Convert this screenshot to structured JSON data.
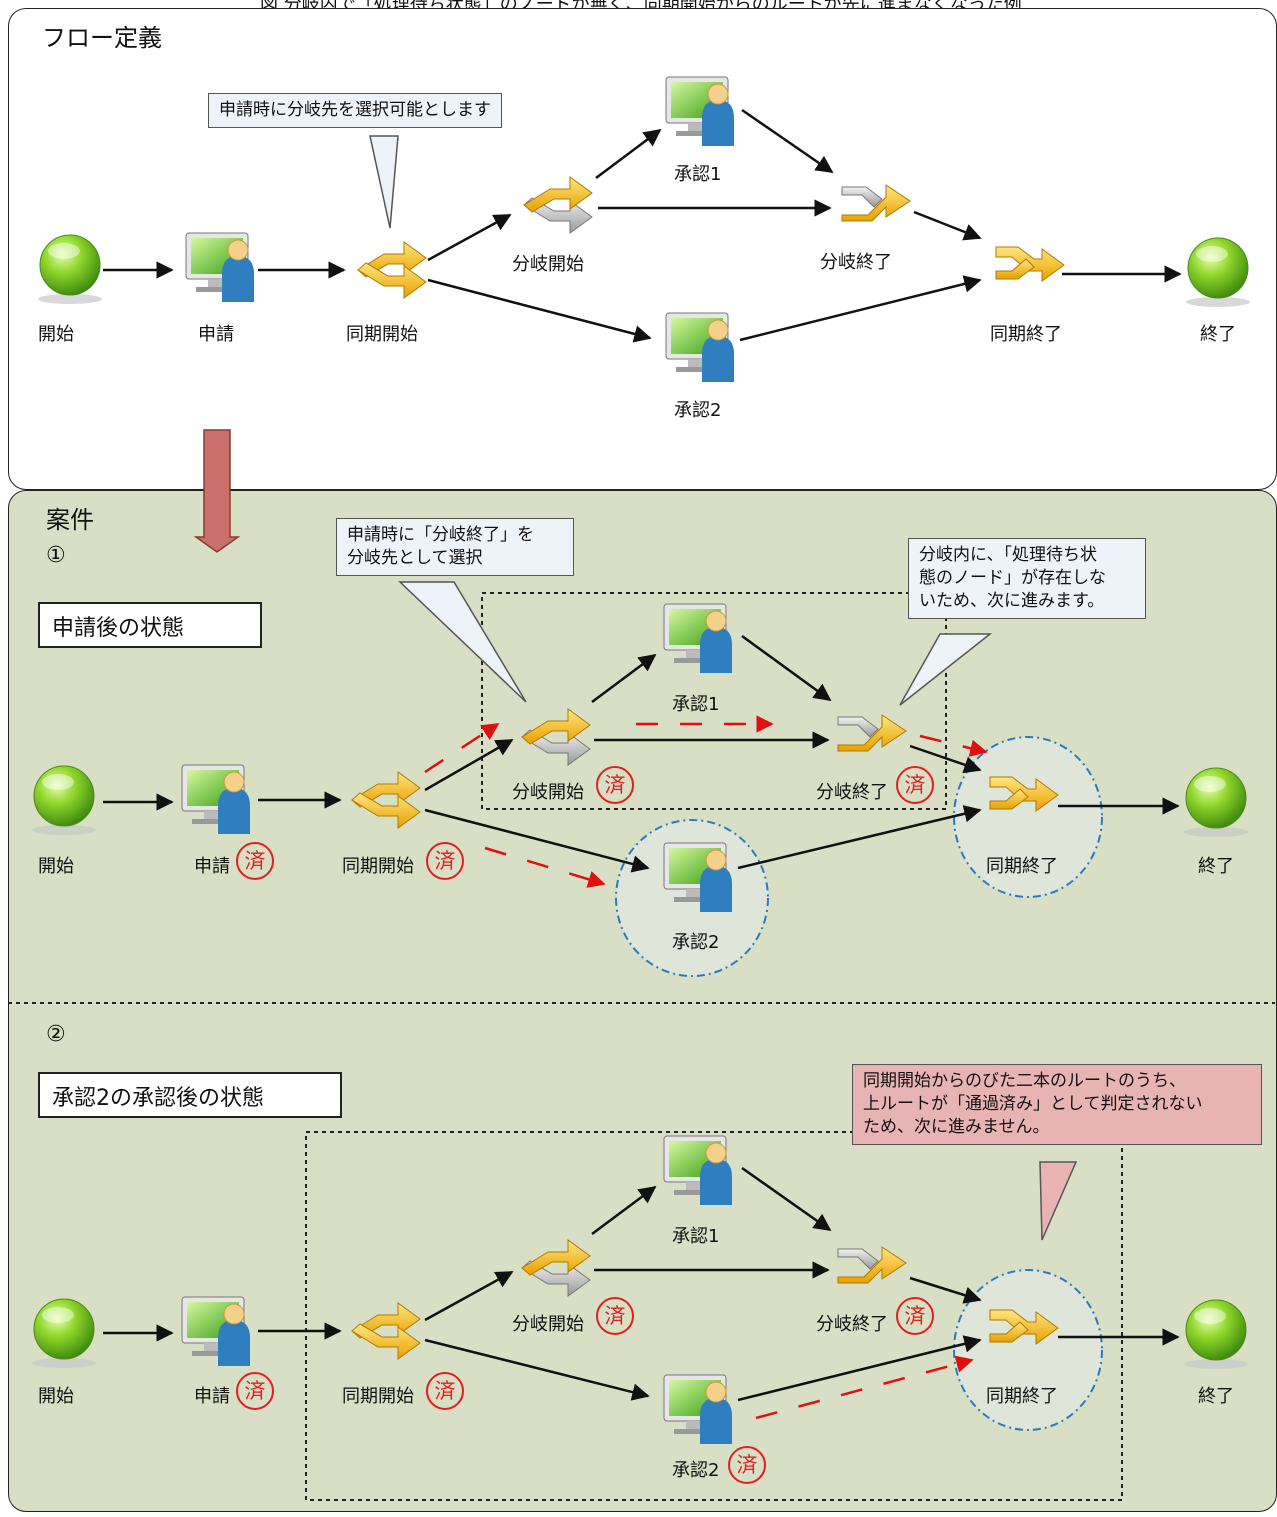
{
  "top_cut_text": "図 分岐内で「処理待ち状態」のノードが無く、同期開始からのルートが先に進まなくなった例",
  "flow_definition": {
    "title": "フロー定義",
    "callout": "申請時に分岐先を選択可能とします",
    "nodes": {
      "start": "開始",
      "apply": "申請",
      "sync_start": "同期開始",
      "branch_start": "分岐開始",
      "approve1": "承認1",
      "approve2": "承認2",
      "branch_end": "分岐終了",
      "sync_end": "同期終了",
      "end": "終了"
    }
  },
  "case": {
    "title": "案件",
    "done_mark": "済",
    "state1": {
      "number": "①",
      "state_label": "申請後の状態",
      "callout_left": [
        "申請時に「分岐終了」を",
        "分岐先として選択"
      ],
      "callout_right": [
        "分岐内に、「処理待ち状",
        "態のノード」が存在しな",
        "いため、次に進みます。"
      ]
    },
    "state2": {
      "number": "②",
      "state_label": "承認2の承認後の状態",
      "callout": [
        "同期開始からのびた二本のルートのうち、",
        "上ルートが「通過済み」として判定されない",
        "ため、次に進みません。"
      ]
    }
  }
}
